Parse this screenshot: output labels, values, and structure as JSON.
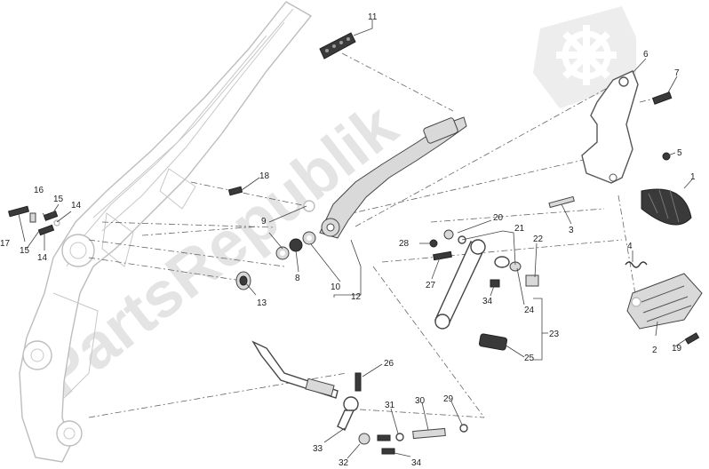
{
  "watermark": {
    "text": "PartsRepublik",
    "color": "#e4e4e4"
  },
  "callouts": [
    "1",
    "2",
    "3",
    "4",
    "5",
    "6",
    "7",
    "8",
    "9",
    "10",
    "11",
    "12",
    "13",
    "14",
    "14",
    "15",
    "15",
    "16",
    "17",
    "18",
    "19",
    "20",
    "21",
    "22",
    "23",
    "24",
    "25",
    "26",
    "27",
    "28",
    "29",
    "30",
    "31",
    "32",
    "33",
    "34",
    "34"
  ],
  "colors": {
    "line": "#444444",
    "frame": "#bdbdbd",
    "dark_part": "#3a3a3a"
  }
}
